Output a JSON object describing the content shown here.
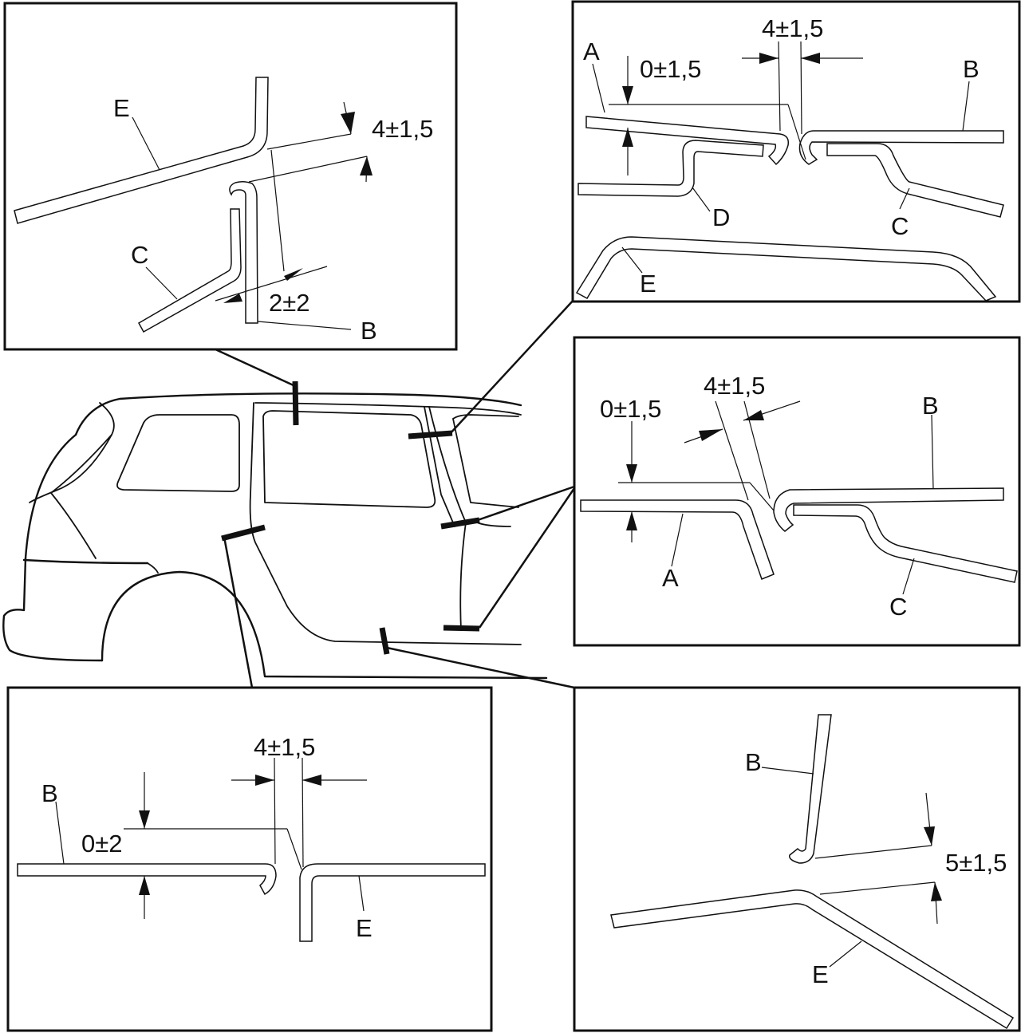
{
  "labels": {
    "e": "E",
    "c": "C",
    "b": "B",
    "a": "A",
    "d": "D"
  },
  "dims": {
    "tl_top": "4±1,5",
    "tl_bottom": "2±2",
    "tr_gap": "4±1,5",
    "tr_flush": "0±1,5",
    "mr_gap": "4±1,5",
    "mr_flush": "0±1,5",
    "bl_gap": "4±1,5",
    "bl_flush": "0±2",
    "br_gap": "5±1,5"
  }
}
